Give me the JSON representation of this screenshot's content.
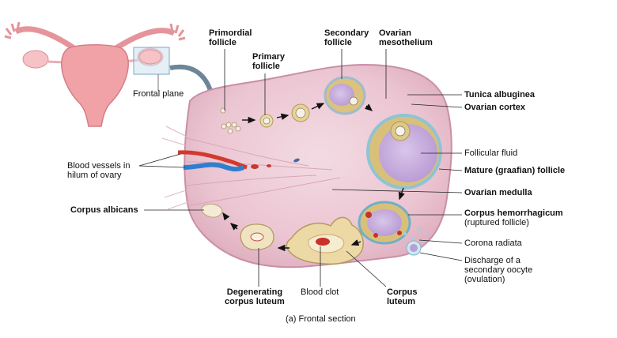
{
  "labels": {
    "primordial_follicle": [
      "Primordial",
      "follicle"
    ],
    "primary_follicle": [
      "Primary",
      "follicle"
    ],
    "secondary_follicle": [
      "Secondary",
      "follicle"
    ],
    "ovarian_mesothelium": [
      "Ovarian",
      "mesothelium"
    ],
    "frontal_plane": "Frontal plane",
    "tunica_albuginea": "Tunica albuginea",
    "ovarian_cortex": "Ovarian cortex",
    "follicular_fluid": "Follicular fluid",
    "blood_vessels": [
      "Blood vessels in",
      "hilum of ovary"
    ],
    "mature_follicle": "Mature (graafian) follicle",
    "ovarian_medulla": "Ovarian medulla",
    "corpus_albicans": "Corpus albicans",
    "corpus_hemorrhagicum": "Corpus hemorrhagicum",
    "ruptured_follicle": "(ruptured follicle)",
    "corona_radiata": "Corona radiata",
    "discharge": [
      "Discharge of a",
      "secondary oocyte",
      "(ovulation)"
    ],
    "degenerating_corpus_luteum": [
      "Degenerating",
      "corpus luteum"
    ],
    "blood_clot": "Blood clot",
    "corpus_luteum": [
      "Corpus",
      "luteum"
    ],
    "caption": "(a) Frontal section"
  },
  "colors": {
    "ovary_fill": "#ecc8d4",
    "ovary_edge": "#c98fa6",
    "uterus": "#f0a2a6",
    "follicle_ring": "#d9c07a",
    "follicular_fluid": "#c9b2de",
    "artery": "#d33a2c",
    "vein": "#2f7fd0",
    "leader": "#222222"
  }
}
